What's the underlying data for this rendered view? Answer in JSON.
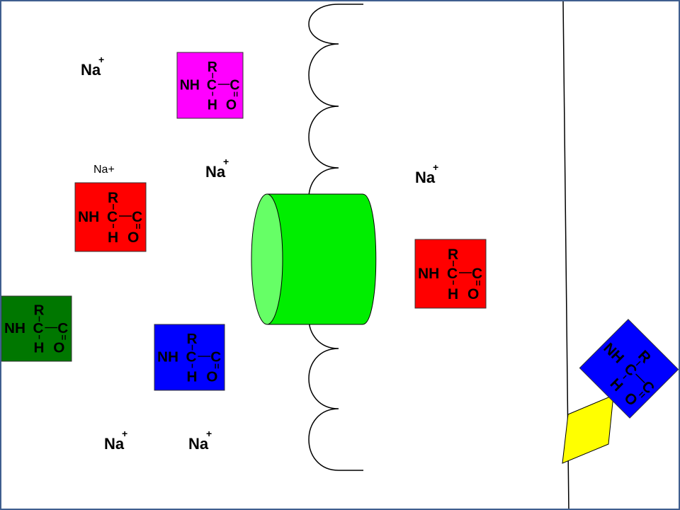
{
  "ions": {
    "na_symbol": "Na",
    "na_charge": "+",
    "na_plain_label": "Na+"
  },
  "molecule": {
    "r": "R",
    "nh": "NH",
    "c_alpha": "C",
    "c_carboxyl": "C",
    "h": "H",
    "o": "O"
  },
  "colors": {
    "border": "#3f5f8f",
    "magenta": "#ff00ff",
    "red": "#ff0000",
    "green": "#007700",
    "blue": "#0000ff",
    "channel": "#00ee00",
    "channel_face": "#66ff66",
    "receptor": "#ffff00"
  }
}
